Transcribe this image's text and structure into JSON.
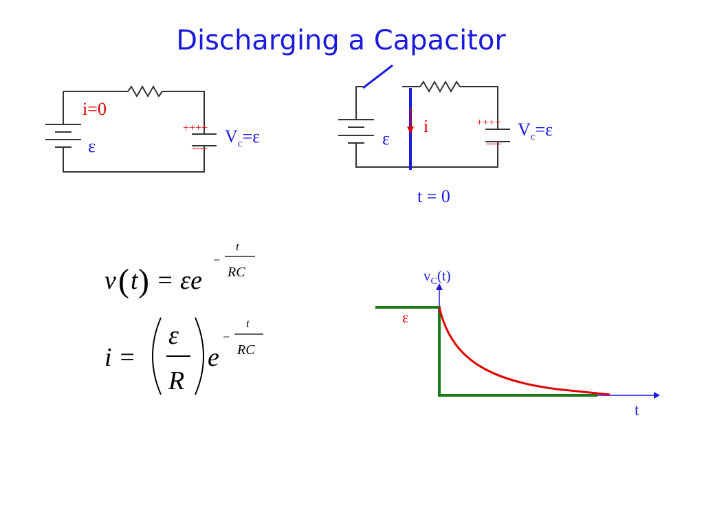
{
  "title": "Discharging a Capacitor",
  "circuit_left": {
    "current_label": "i=0",
    "emf_label": "ε",
    "plus_signs": "++++",
    "minus_signs": "----",
    "vc_main": "V",
    "vc_sub": "c",
    "vc_rest": "=ε"
  },
  "circuit_right": {
    "current_label": "i",
    "emf_label": "ε",
    "plus_signs": "++++",
    "minus_signs": "----",
    "vc_main": "V",
    "vc_sub": "c",
    "vc_rest": "=ε",
    "time_label": "t = 0"
  },
  "equations": {
    "v_lhs_v": "v",
    "v_lhs_t": "t",
    "v_rhs": "= εe",
    "exp_minus": "−",
    "exp_num": "t",
    "exp_den": "RC",
    "i_lhs": "i =",
    "frac_num": "ε",
    "frac_den": "R",
    "i_e": "e"
  },
  "graph": {
    "y_label_v": "v",
    "y_label_sub": "C",
    "y_label_rest": "(t)",
    "x_label": "t",
    "level_label": "ε"
  },
  "colors": {
    "title": "#1a1adc",
    "red": "#e00000",
    "blue": "#1a1adc",
    "green": "#1a7a1a",
    "wire": "#333333"
  }
}
